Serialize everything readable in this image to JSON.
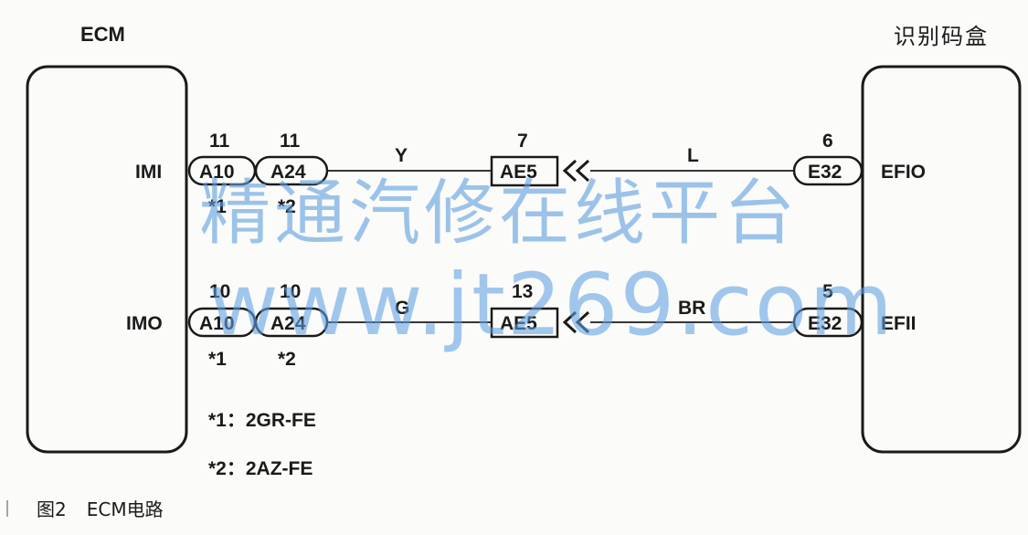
{
  "ecm": {
    "title": "ECM",
    "pin_top": "IMI",
    "pin_bottom": "IMO"
  },
  "id_box": {
    "title": "识别码盒",
    "pin_top": "EFIO",
    "pin_bottom": "EFII"
  },
  "top_line": {
    "ecm_conn_a": {
      "pin": "11",
      "code": "A10",
      "note": "*1"
    },
    "ecm_conn_b": {
      "pin": "11",
      "code": "A24",
      "note": "*2"
    },
    "wire_left": "Y",
    "mid_conn": {
      "pin": "7",
      "code": "AE5"
    },
    "wire_right": "L",
    "box_conn": {
      "pin": "6",
      "code": "E32"
    }
  },
  "bottom_line": {
    "ecm_conn_a": {
      "pin": "10",
      "code": "A10",
      "note": "*1"
    },
    "ecm_conn_b": {
      "pin": "10",
      "code": "A24",
      "note": "*2"
    },
    "wire_left": "G",
    "mid_conn": {
      "pin": "13",
      "code": "AE5"
    },
    "wire_right": "BR",
    "box_conn": {
      "pin": "5",
      "code": "E32"
    }
  },
  "notes": [
    "*1：2GR-FE",
    "*2：2AZ-FE"
  ],
  "caption": {
    "figure": "图2",
    "text": "ECM电路"
  },
  "watermark": {
    "line1": "精通汽修在线平台",
    "line2": "www.jt269.com"
  },
  "colors": {
    "line": "#1a1a1a",
    "watermark": "#5fa0e1"
  }
}
